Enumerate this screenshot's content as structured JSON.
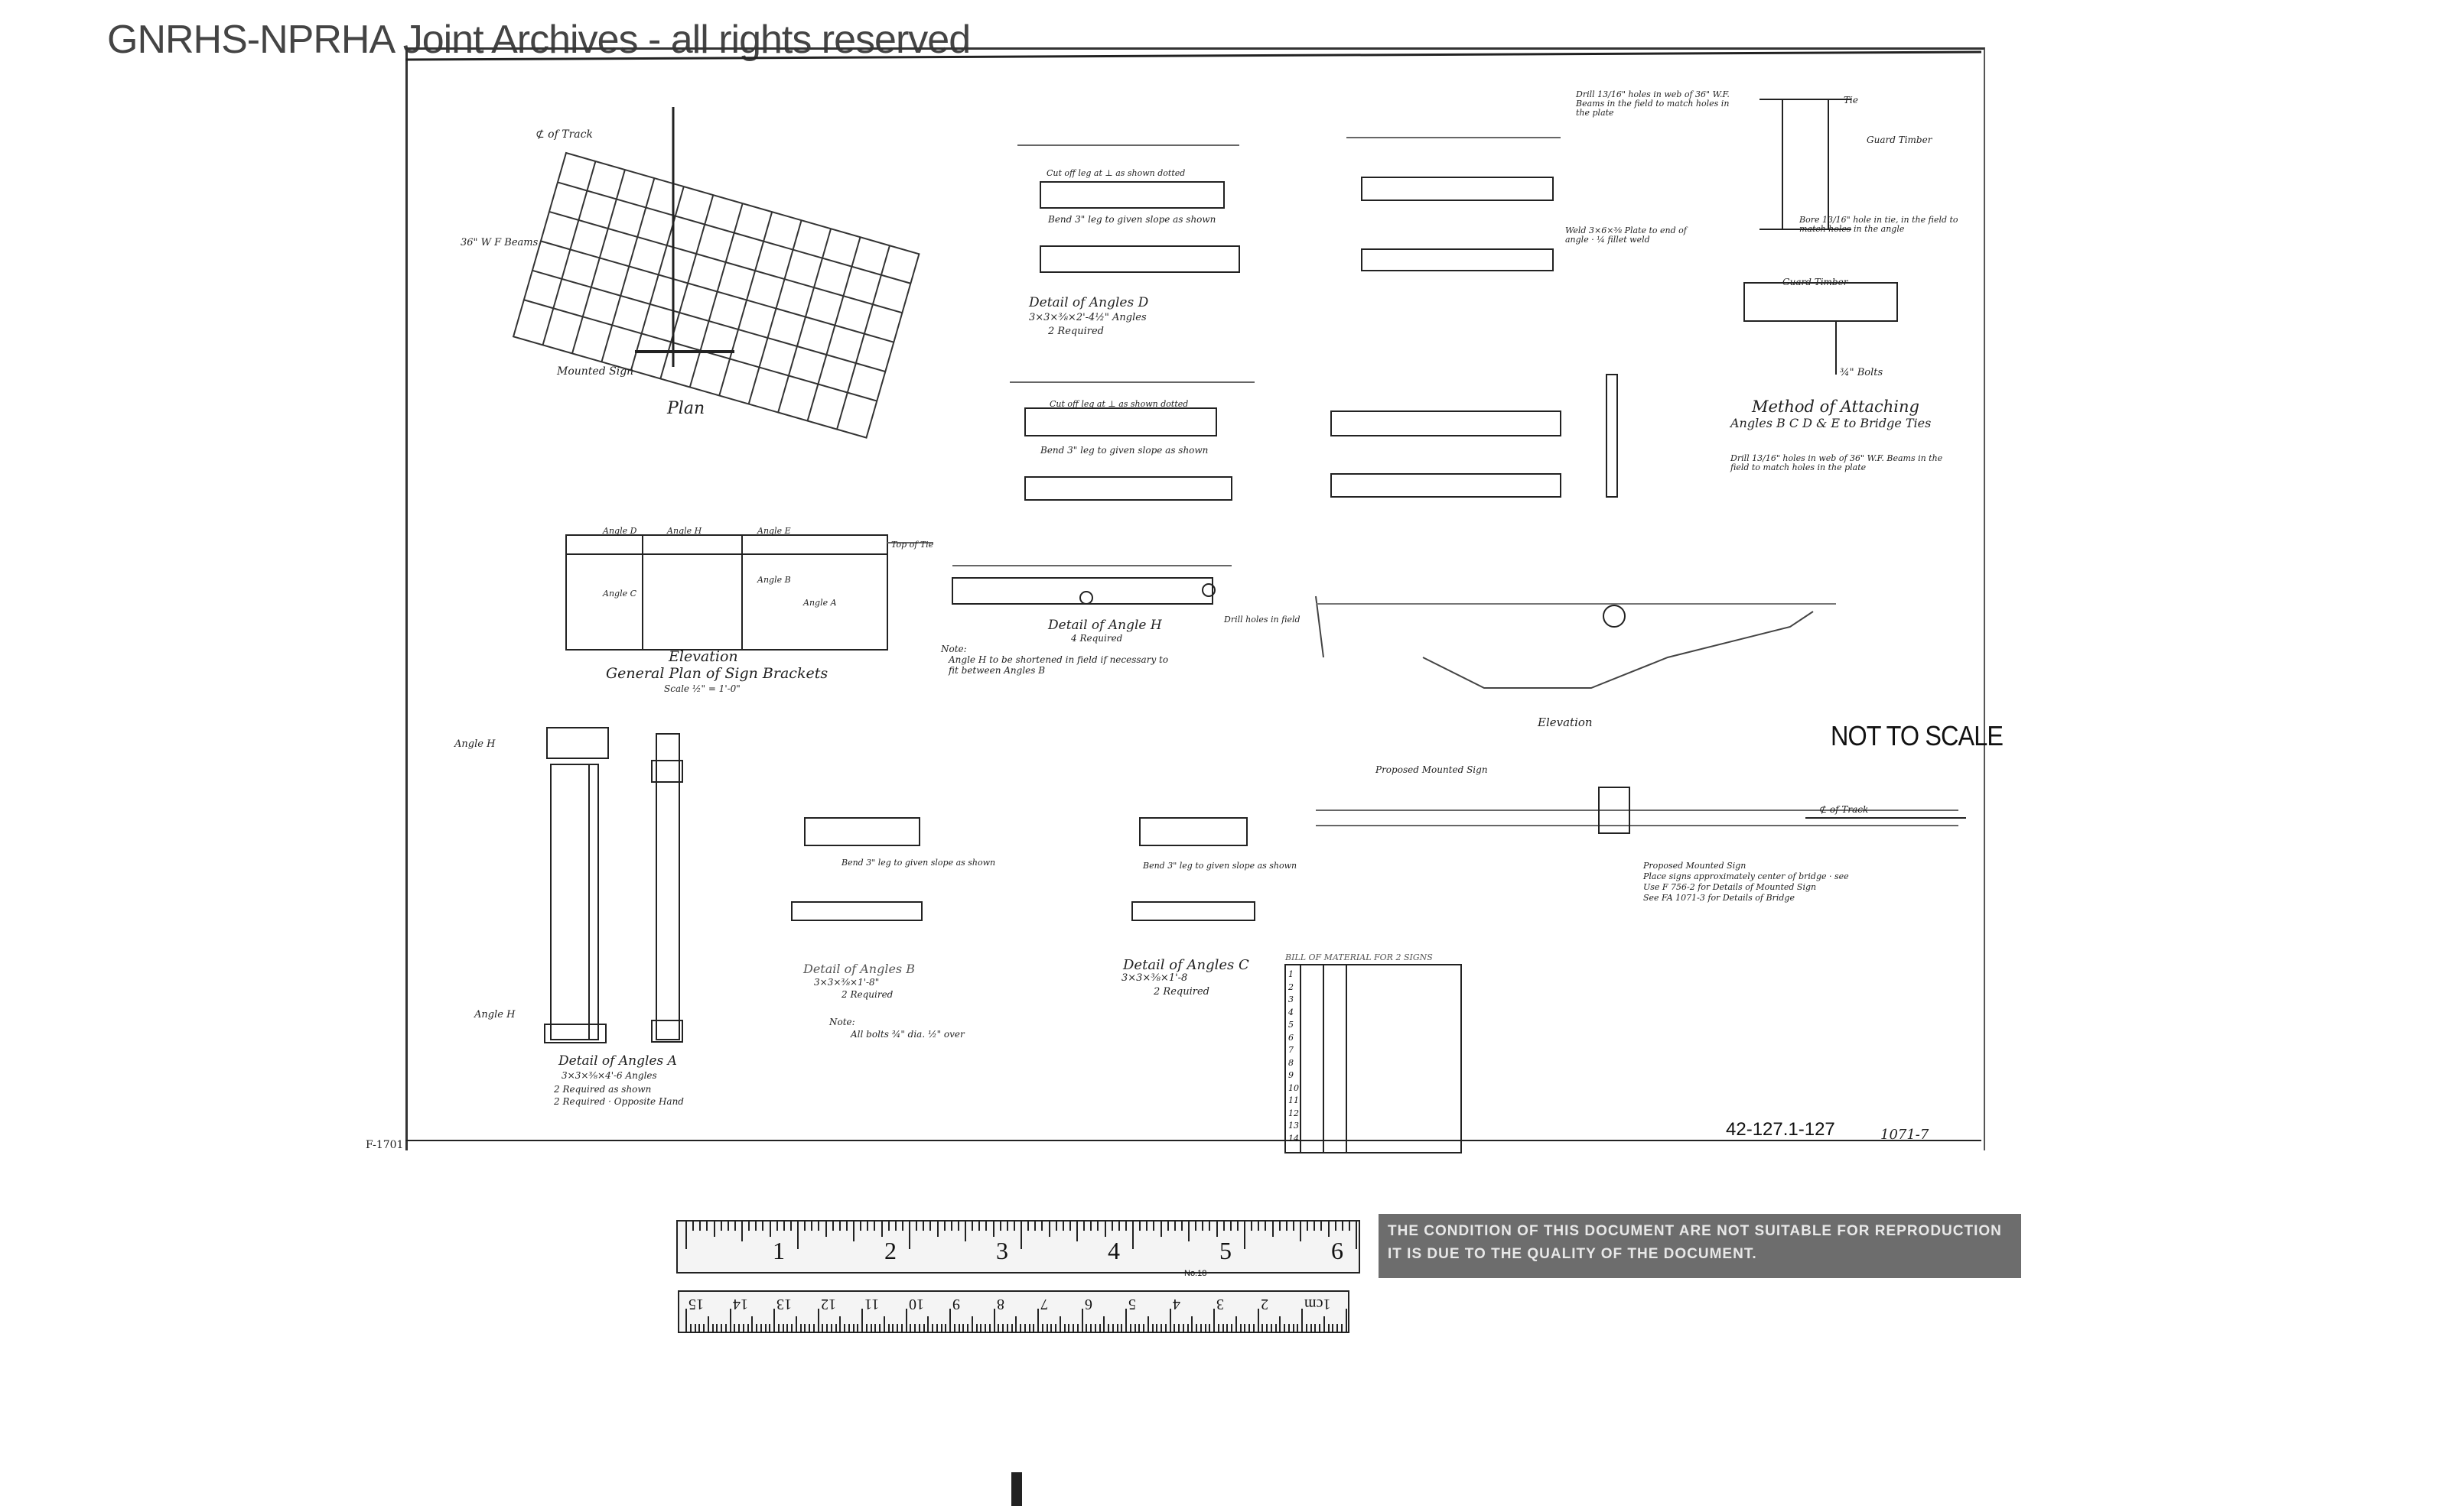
{
  "watermark": "GNRHS-NPRHA Joint Archives - all rights reserved",
  "stamp": "NOT TO SCALE",
  "drawing_number": "42-127.1-127",
  "sheet_number": "1071-7",
  "left_margin_code": "F-1701",
  "labels": {
    "plan": "Plan",
    "beams": "36\" W F Beams",
    "track": "⊄ of Track",
    "mounted_sign": "Mounted Sign",
    "elevation_top": "Elevation",
    "general_plan": "General Plan of Sign Brackets",
    "scale": "Scale ½\" = 1'-0\"",
    "detail_angle_d": "Detail of Angles D",
    "detail_angle_d_size": "3×3×⅜×2'-4½\" Angles",
    "detail_angle_d_req": "2 Required",
    "bend_leg": "Bend 3\" leg to given slope as shown",
    "cut_leg": "Cut off leg at ⊥ as shown dotted",
    "detail_angle_h": "Detail of Angle H",
    "detail_angle_h_req": "4 Required",
    "angle_h_note": "Angle H to be shortened in field if necessary to fit between Angles B",
    "drill_holes": "Drill holes in field",
    "method_title": "Method of Attaching",
    "method_sub": "Angles B C D & E to Bridge Ties",
    "drill_note_top": "Drill 13/16\" holes in web of 36\" W.F. Beams in the field to match holes in the plate",
    "drill_note_bottom": "Drill 13/16\" holes in web of 36\" W.F. Beams in the field to match holes in the plate",
    "guard_timber": "Guard Timber",
    "tie": "Tie",
    "bolts": "¾\" Bolts",
    "bore_note": "Bore 13/16\" hole in tie, in the field to match holes in the angle",
    "weld_note": "Weld 3×6×⅜ Plate to end of angle · ¼ fillet weld",
    "elevation_mid": "Elevation",
    "proposed_sign": "Proposed Mounted Sign",
    "proposed_note_1": "Proposed Mounted Sign",
    "proposed_note_2": "Place signs approximately center of bridge · see",
    "proposed_note_3": "Use F 756-2 for Details of Mounted Sign",
    "proposed_note_4": "See FA 1071-3 for Details of Bridge",
    "angle_h_left": "Angle H",
    "detail_angle_a": "Detail of Angles A",
    "detail_angle_a_size": "3×3×⅜×4'-6 Angles",
    "detail_angle_a_req1": "2 Required as shown",
    "detail_angle_a_req2": "2 Required · Opposite Hand",
    "detail_angle_b": "Detail of Angles B",
    "detail_angle_b_size": "3×3×⅜×1'-8\"",
    "detail_angle_b_req": "2 Required",
    "detail_angle_c": "Detail of Angles C",
    "detail_angle_c_size": "3×3×⅜×1'-8",
    "detail_angle_c_req": "2 Required",
    "note_label": "Note:",
    "note_bolts": "All bolts ¾\" dia. ½\" over",
    "bill_title": "BILL OF MATERIAL FOR 2 SIGNS",
    "top_of_tie": "Top of Tie",
    "angle_labels": [
      "Angle D",
      "Angle H",
      "Angle E",
      "Angle C",
      "Angle B",
      "Angle A"
    ]
  },
  "bill_rows": [
    "1",
    "2",
    "3",
    "4",
    "5",
    "6",
    "7",
    "8",
    "9",
    "10",
    "11",
    "12",
    "13",
    "14"
  ],
  "ruler_inches": [
    "1",
    "2",
    "3",
    "4",
    "5",
    "6"
  ],
  "ruler_cm": [
    "15",
    "14",
    "13",
    "12",
    "11",
    "10",
    "9",
    "8",
    "7",
    "6",
    "5",
    "4",
    "3",
    "2",
    "1cm"
  ],
  "ruler_brand": "No.18",
  "notice": "THE CONDITION OF THIS DOCUMENT ARE NOT SUITABLE FOR REPRODUCTION IT IS DUE TO THE QUALITY OF THE DOCUMENT."
}
